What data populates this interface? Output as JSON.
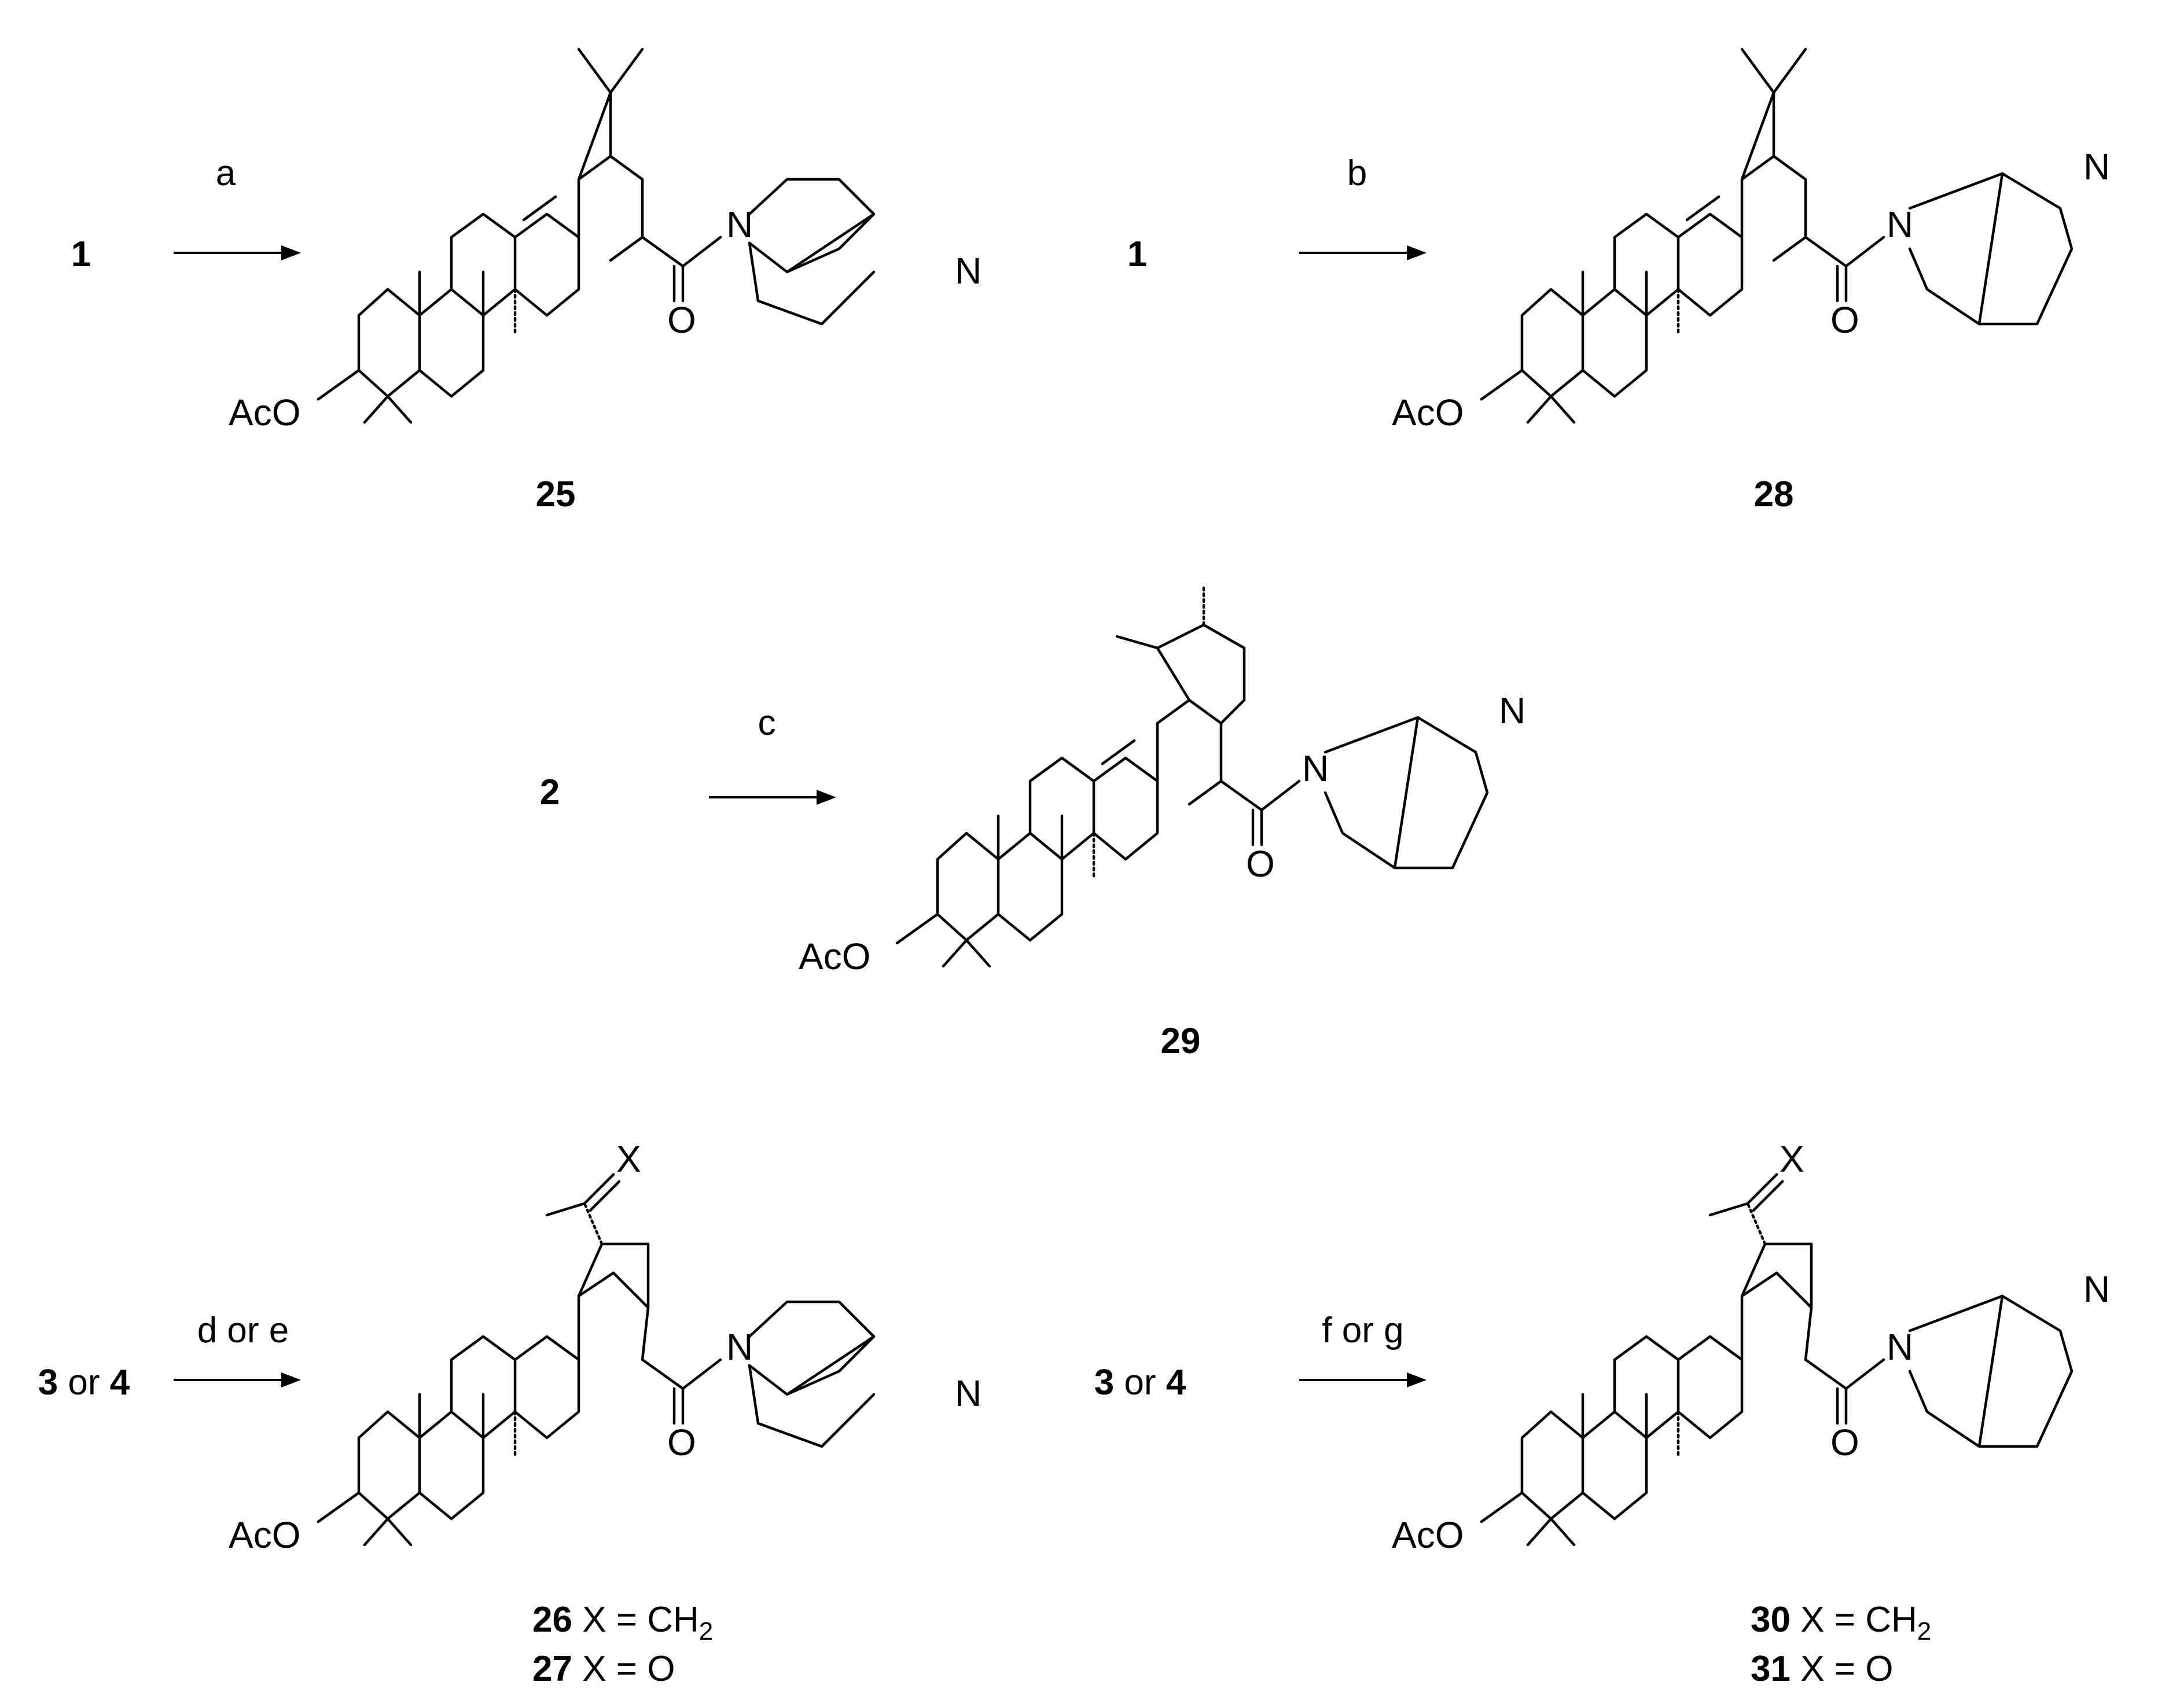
{
  "reactions": [
    {
      "id": "rxn-a",
      "start": "1",
      "start_parts": [
        {
          "text": "1",
          "bold": true
        }
      ],
      "reagent": "a",
      "product_label": "25"
    },
    {
      "id": "rxn-b",
      "start": "1",
      "start_parts": [
        {
          "text": "1",
          "bold": true
        }
      ],
      "reagent": "b",
      "product_label": "28"
    },
    {
      "id": "rxn-c",
      "start": "2",
      "start_parts": [
        {
          "text": "2",
          "bold": true
        }
      ],
      "reagent": "c",
      "product_label": "29"
    },
    {
      "id": "rxn-de",
      "start": "3 or 4",
      "start_parts": [
        {
          "text": "3",
          "bold": true
        },
        {
          "text": " or ",
          "bold": false
        },
        {
          "text": "4",
          "bold": true
        }
      ],
      "reagent": "d or e",
      "products": [
        {
          "number": "26",
          "rest": "X = CH",
          "subscript": "2"
        },
        {
          "number": "27",
          "rest": "X = O",
          "subscript": ""
        }
      ]
    },
    {
      "id": "rxn-fg",
      "start": "3 or 4",
      "start_parts": [
        {
          "text": "3",
          "bold": true
        },
        {
          "text": " or ",
          "bold": false
        },
        {
          "text": "4",
          "bold": true
        }
      ],
      "reagent": "f or g",
      "products": [
        {
          "number": "30",
          "rest": "X = CH",
          "subscript": "2"
        },
        {
          "number": "31",
          "rest": "X = O",
          "subscript": ""
        }
      ]
    }
  ],
  "atoms": {
    "acetoxy": "AcO",
    "carbonyl_oxygen": "O",
    "nitrogen": "N",
    "x_group": "X"
  },
  "colors": {
    "ink": "#000000",
    "background": "#ffffff"
  }
}
